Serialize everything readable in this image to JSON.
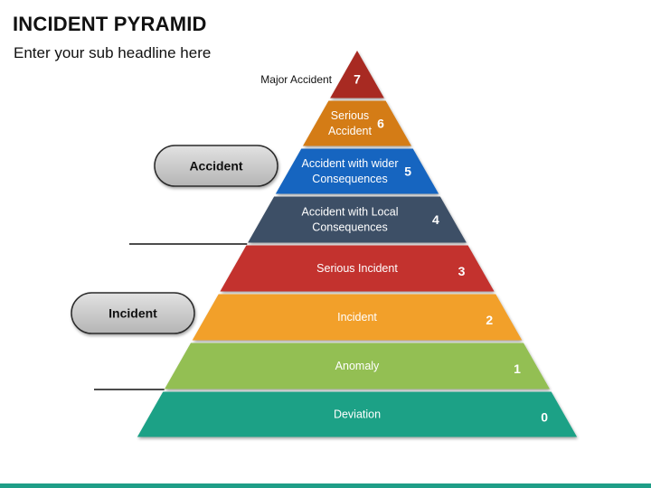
{
  "title": "INCIDENT PYRAMID",
  "subtitle": "Enter your sub headline here",
  "tiers": [
    {
      "number": "7",
      "lines": [],
      "color": "#a82b22"
    },
    {
      "number": "6",
      "lines": [
        "Serious",
        "Accident"
      ],
      "color": "#d47b12"
    },
    {
      "number": "5",
      "lines": [
        "Accident with wider",
        "Consequences"
      ],
      "color": "#1565c0"
    },
    {
      "number": "4",
      "lines": [
        "Accident with Local",
        "Consequences"
      ],
      "color": "#3d5066"
    },
    {
      "number": "3",
      "lines": [
        "Serious Incident"
      ],
      "color": "#c3322d"
    },
    {
      "number": "2",
      "lines": [
        "Incident"
      ],
      "color": "#f2a02b"
    },
    {
      "number": "1",
      "lines": [
        "Anomaly"
      ],
      "color": "#93bf52"
    },
    {
      "number": "0",
      "lines": [
        "Deviation"
      ],
      "color": "#1fa186"
    }
  ],
  "top_tier_side_label": "Major Accident",
  "pills": [
    {
      "label": "Accident"
    },
    {
      "label": "Incident"
    }
  ]
}
